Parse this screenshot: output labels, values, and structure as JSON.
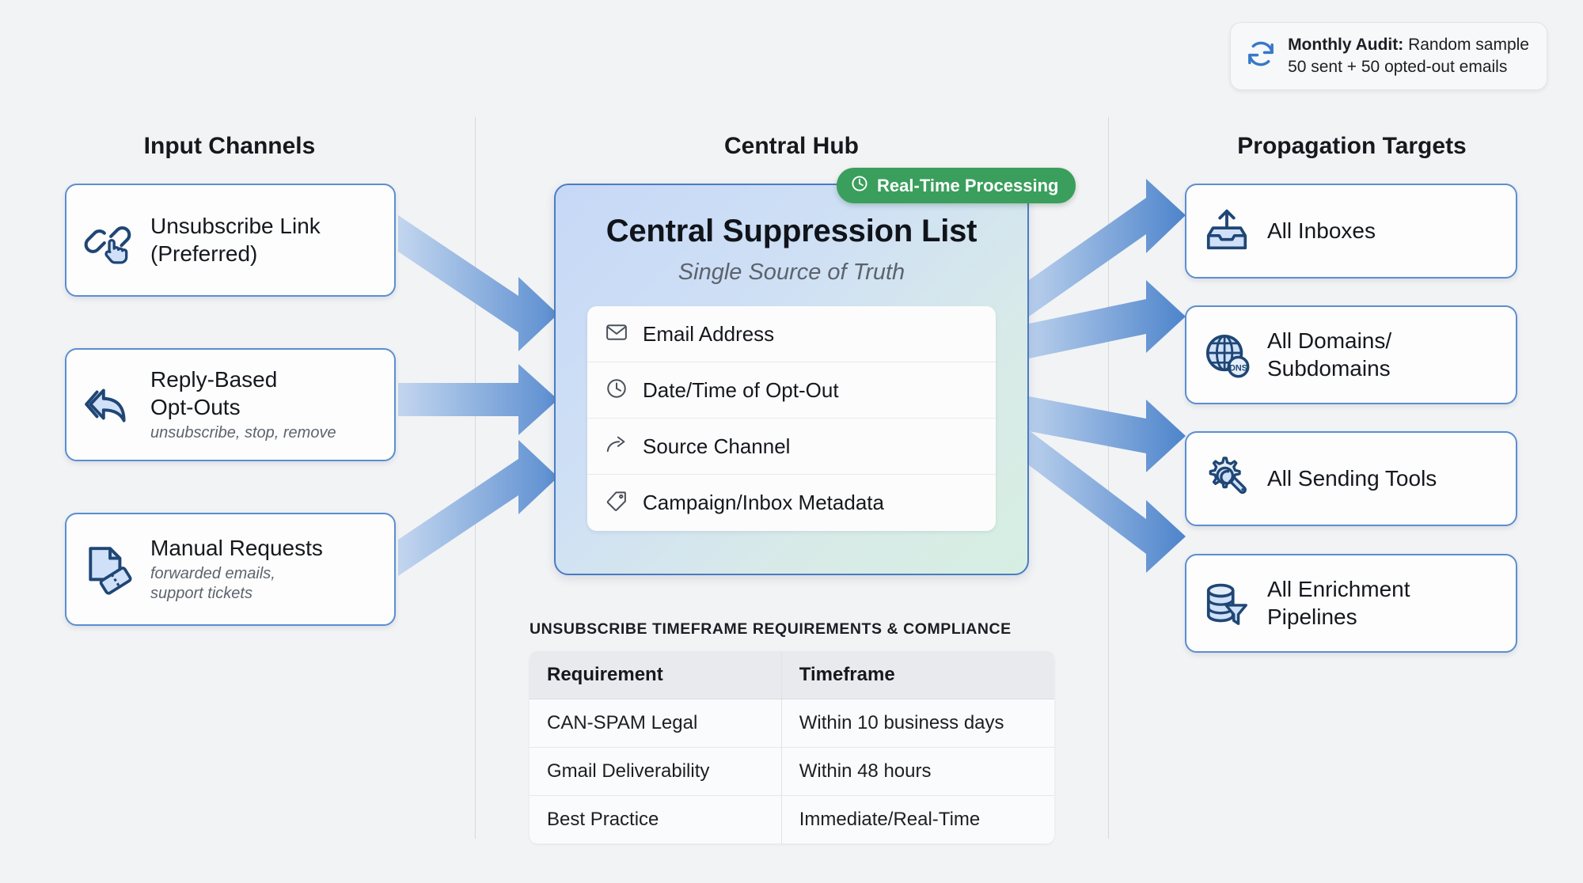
{
  "audit": {
    "icon": "refresh-cycle-icon",
    "label_bold": "Monthly Audit:",
    "label_rest": " Random sample",
    "line2": "50 sent + 50 opted-out emails"
  },
  "columns": {
    "input_title": "Input Channels",
    "hub_title": "Central Hub",
    "propagation_title": "Propagation Targets"
  },
  "input_channels": [
    {
      "icon": "link-click-icon",
      "title": "Unsubscribe Link",
      "title2": "(Preferred)",
      "subtitle": ""
    },
    {
      "icon": "reply-all-arrow-icon",
      "title": "Reply-Based",
      "title2": "Opt-Outs",
      "subtitle": "unsubscribe, stop, remove"
    },
    {
      "icon": "document-ticket-icon",
      "title": "Manual Requests",
      "title2": "",
      "subtitle": "forwarded emails,\nsupport tickets"
    }
  ],
  "hub": {
    "badge": {
      "icon": "clock-icon",
      "label": "Real-Time Processing",
      "color": "#3a9f5c"
    },
    "title": "Central Suppression List",
    "subtitle": "Single Source of Truth",
    "fields": [
      {
        "icon": "envelope-icon",
        "label": "Email Address"
      },
      {
        "icon": "clock-icon",
        "label": "Date/Time of Opt-Out"
      },
      {
        "icon": "share-arrow-icon",
        "label": "Source Channel"
      },
      {
        "icon": "tag-icon",
        "label": "Campaign/Inbox Metadata"
      }
    ]
  },
  "propagation_targets": [
    {
      "icon": "inbox-tray-upload-icon",
      "title": "All Inboxes",
      "title2": ""
    },
    {
      "icon": "globe-dns-icon",
      "title": "All Domains/",
      "title2": "Subdomains"
    },
    {
      "icon": "gear-wrench-icon",
      "title": "All Sending Tools",
      "title2": ""
    },
    {
      "icon": "database-funnel-icon",
      "title": "All Enrichment",
      "title2": "Pipelines"
    }
  ],
  "table": {
    "caption": "UNSUBSCRIBE TIMEFRAME REQUIREMENTS & COMPLIANCE",
    "headers": [
      "Requirement",
      "Timeframe"
    ],
    "rows": [
      [
        "CAN-SPAM Legal",
        "Within 10 business days"
      ],
      [
        "Gmail Deliverability",
        "Within 48 hours"
      ],
      [
        "Best Practice",
        "Immediate/Real-Time"
      ]
    ]
  },
  "colors": {
    "background": "#f2f3f5",
    "card_border": "#5b8ed0",
    "arrow": "#5b8ed0",
    "badge_green": "#3a9f5c",
    "icon_dark": "#1f4675",
    "icon_fill": "#cfe0f8"
  }
}
